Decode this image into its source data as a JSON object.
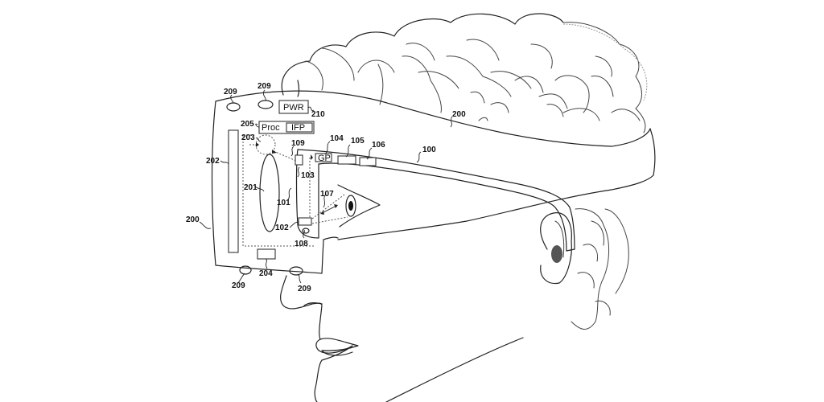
{
  "figure": {
    "type": "patent line drawing",
    "subject": "head-mounted display worn over eyeglasses, side profile of a head"
  },
  "components": {
    "pwr": {
      "text": "PWR",
      "ref": "210"
    },
    "proc": {
      "text": "Proc",
      "ref": "205"
    },
    "ifp": {
      "text": "IFP"
    },
    "gp": {
      "text": "GP",
      "ref": "104"
    }
  },
  "references": {
    "r100": "100",
    "r101": "101",
    "r102": "102",
    "r103": "103",
    "r104": "104",
    "r105": "105",
    "r106": "106",
    "r107": "107",
    "r108": "108",
    "r109": "109",
    "r200_top": "200",
    "r200_left": "200",
    "r201": "201",
    "r202": "202",
    "r203": "203",
    "r204": "204",
    "r205": "205",
    "r209_a": "209",
    "r209_b": "209",
    "r209_c": "209",
    "r209_d": "209",
    "r210": "210"
  },
  "colors": {
    "line": "#222222",
    "background": "#ffffff"
  }
}
